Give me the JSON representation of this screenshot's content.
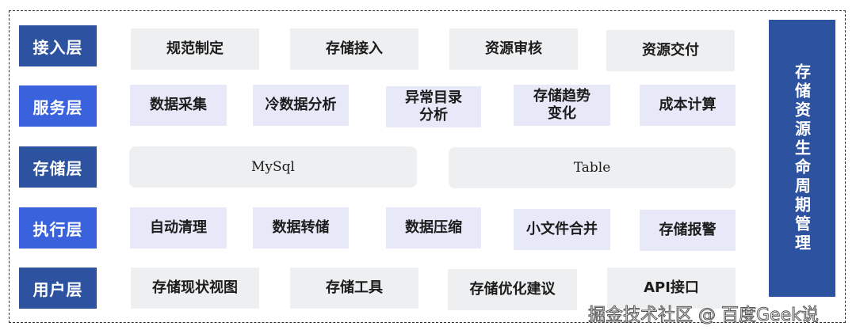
{
  "layers": [
    {
      "label": "接入层",
      "style": "dark"
    },
    {
      "label": "服务层",
      "style": "bright"
    },
    {
      "label": "存储层",
      "style": "dark"
    },
    {
      "label": "执行层",
      "style": "bright"
    },
    {
      "label": "用户层",
      "style": "dark"
    }
  ],
  "rows": {
    "access": [
      "规范制定",
      "存储接入",
      "资源审核",
      "资源交付"
    ],
    "service": [
      "数据采集",
      "冷数据分析",
      "异常目录\n分析",
      "存储趋势\n变化",
      "成本计算"
    ],
    "storage": [
      "MySql",
      "Table"
    ],
    "execution": [
      "自动清理",
      "数据转储",
      "数据压缩",
      "小文件合并",
      "存储报警"
    ],
    "user": [
      "存储现状视图",
      "存储工具",
      "存储优化建议",
      "API接口"
    ]
  },
  "sidebar": {
    "label": "存储资源生命周期管理"
  },
  "watermark": "掘金技术社区 @ 百度Geek说",
  "colors": {
    "dark_blue": "#2c52a0",
    "bright_blue": "#3a62dc",
    "gray_box": "#eeeff1",
    "lavender_box": "#e7e9f8"
  }
}
